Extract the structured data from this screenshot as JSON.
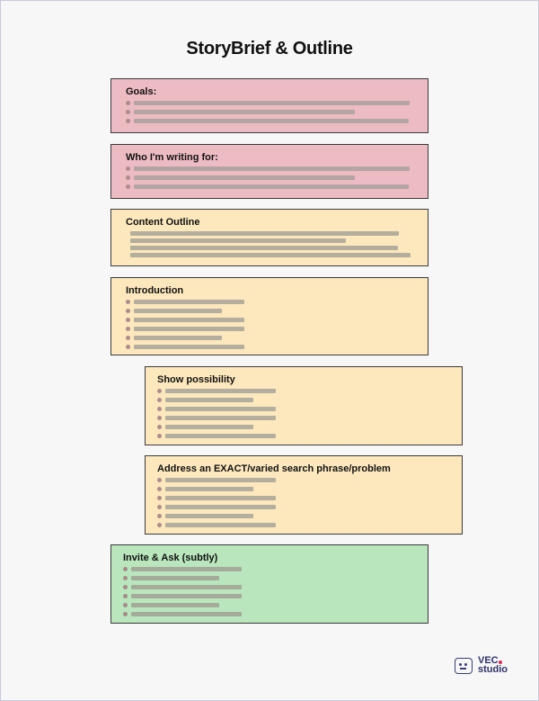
{
  "title": "StoryBrief & Outline",
  "sections": {
    "goals": {
      "title": "Goals:"
    },
    "audience": {
      "title": "Who I'm writing for:"
    },
    "outline": {
      "title": "Content Outline"
    },
    "intro": {
      "title": "Introduction"
    },
    "possibility": {
      "title": "Show possibility"
    },
    "search": {
      "title": "Address an EXACT/varied search phrase/problem"
    },
    "invite": {
      "title": "Invite & Ask (subtly)"
    }
  },
  "logo": {
    "line1": "VEC",
    "line2": "studio",
    "icon": "robot-face-icon"
  },
  "colors": {
    "red": "#ecbcc2",
    "yellow": "#fde8bd",
    "green": "#b9e6bc",
    "logo_accent": "#e0285a"
  }
}
